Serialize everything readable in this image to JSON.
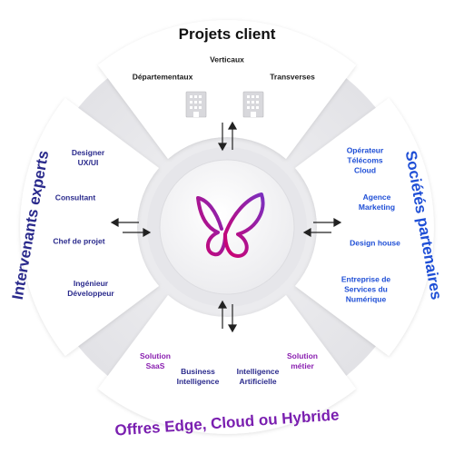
{
  "quadrants": {
    "top": {
      "title": "Projets client",
      "items": [
        "Verticaux",
        "Départementaux",
        "Transverses"
      ]
    },
    "left": {
      "title": "Intervenants experts",
      "items": [
        "Designer\nUX/UI",
        "Consultant",
        "Chef de projet",
        "Ingénieur\nDéveloppeur"
      ]
    },
    "right": {
      "title": "Sociétés partenaires",
      "items": [
        "Opérateur\nTélécoms\nCloud",
        "Agence\nMarketing",
        "Design house",
        "Entreprise de\nServices du\nNumérique"
      ]
    },
    "bottom": {
      "title": "Offres Edge, Cloud ou Hybride",
      "items": [
        "Solution\nSaaS",
        "Business\nIntelligence",
        "Intelligence\nArtificielle",
        "Solution\nmétier"
      ]
    }
  },
  "icons": {
    "center": "butterfly-logo-icon",
    "top_left": "building-icon",
    "top_right": "building-icon"
  },
  "colors": {
    "left_text": "#2a2a8c",
    "right_text": "#1f4fd6",
    "bottom_text": "#8a1fb0",
    "top_text": "#111111",
    "butterfly_start": "#d0006f",
    "butterfly_end": "#7b2fbf"
  }
}
